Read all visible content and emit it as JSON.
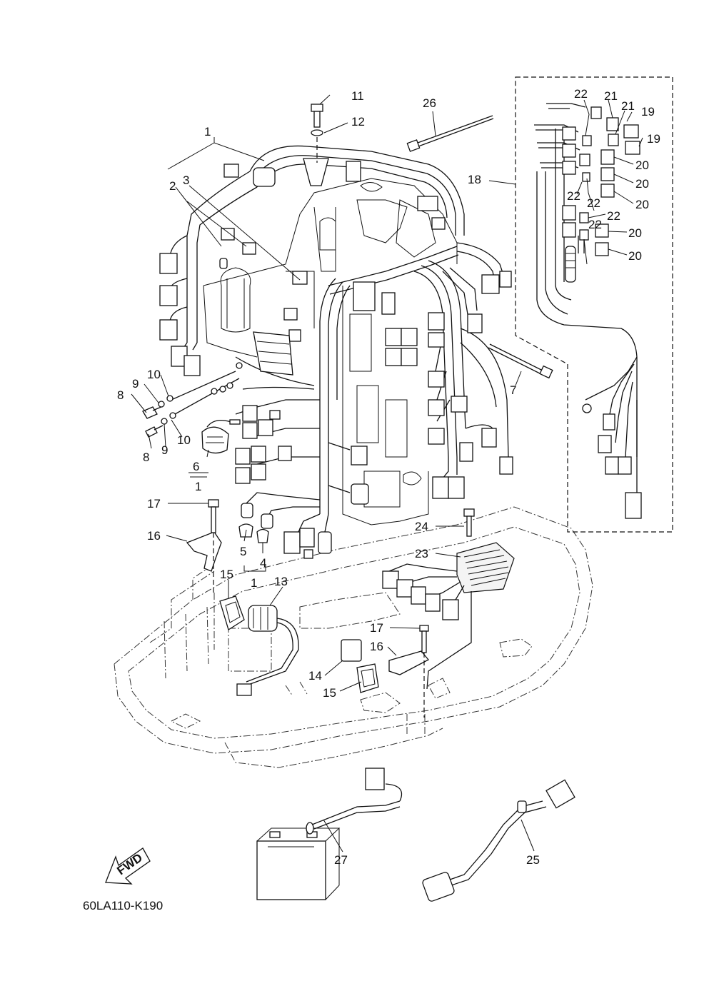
{
  "diagram_code": "60LA110-K190",
  "fwd_label": "FWD",
  "callouts": {
    "c1a": "1",
    "c1b": "1",
    "c1c": "1",
    "c2": "2",
    "c3": "3",
    "c4": "4",
    "c5": "5",
    "c6": "6",
    "c7": "7",
    "c8a": "8",
    "c8b": "8",
    "c9a": "9",
    "c9b": "9",
    "c10a": "10",
    "c10b": "10",
    "c11": "11",
    "c12": "12",
    "c13": "13",
    "c14": "14",
    "c15a": "15",
    "c15b": "15",
    "c16a": "16",
    "c16b": "16",
    "c17a": "17",
    "c17b": "17",
    "c18": "18",
    "c19a": "19",
    "c19b": "19",
    "c20a": "20",
    "c20b": "20",
    "c20c": "20",
    "c20d": "20",
    "c20e": "20",
    "c21a": "21",
    "c21b": "21",
    "c22a": "22",
    "c22b": "22",
    "c22c": "22",
    "c22d": "22",
    "c22e": "22",
    "c23": "23",
    "c24": "24",
    "c25": "25",
    "c26": "26",
    "c27": "27"
  }
}
